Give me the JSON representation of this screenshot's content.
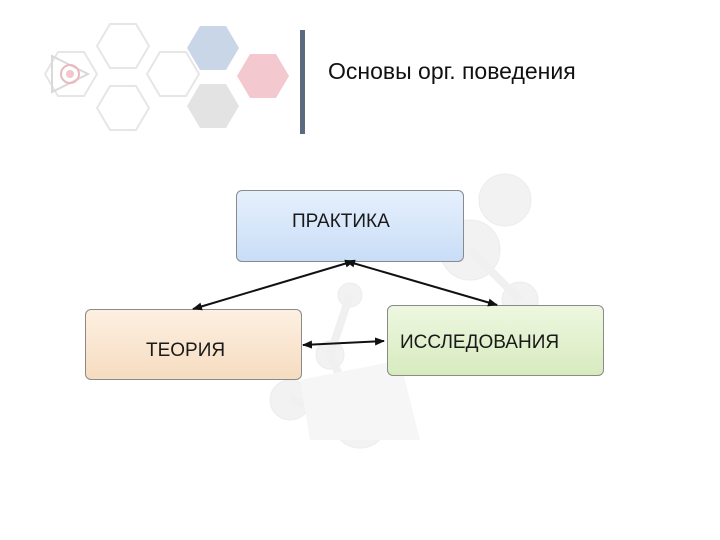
{
  "slide": {
    "title": "Основы орг. поведения"
  },
  "diagram": {
    "nodes": {
      "practice": "ПРАКТИКА",
      "theory": "ТЕОРИЯ",
      "research": "ИССЛЕДОВАНИЯ"
    },
    "relations": [
      {
        "from": "practice",
        "to": "theory",
        "direction": "both"
      },
      {
        "from": "practice",
        "to": "research",
        "direction": "both"
      },
      {
        "from": "theory",
        "to": "research",
        "direction": "both"
      }
    ]
  },
  "colors": {
    "title_bar": "#5a6b80",
    "practice_fill": "#d6e6fa",
    "theory_fill": "#f9e5cf",
    "research_fill": "#e2f0cc",
    "hex_blue": "#c9d6e8",
    "hex_pink": "#f3c9cf",
    "hex_gray": "#dcdcdc"
  }
}
